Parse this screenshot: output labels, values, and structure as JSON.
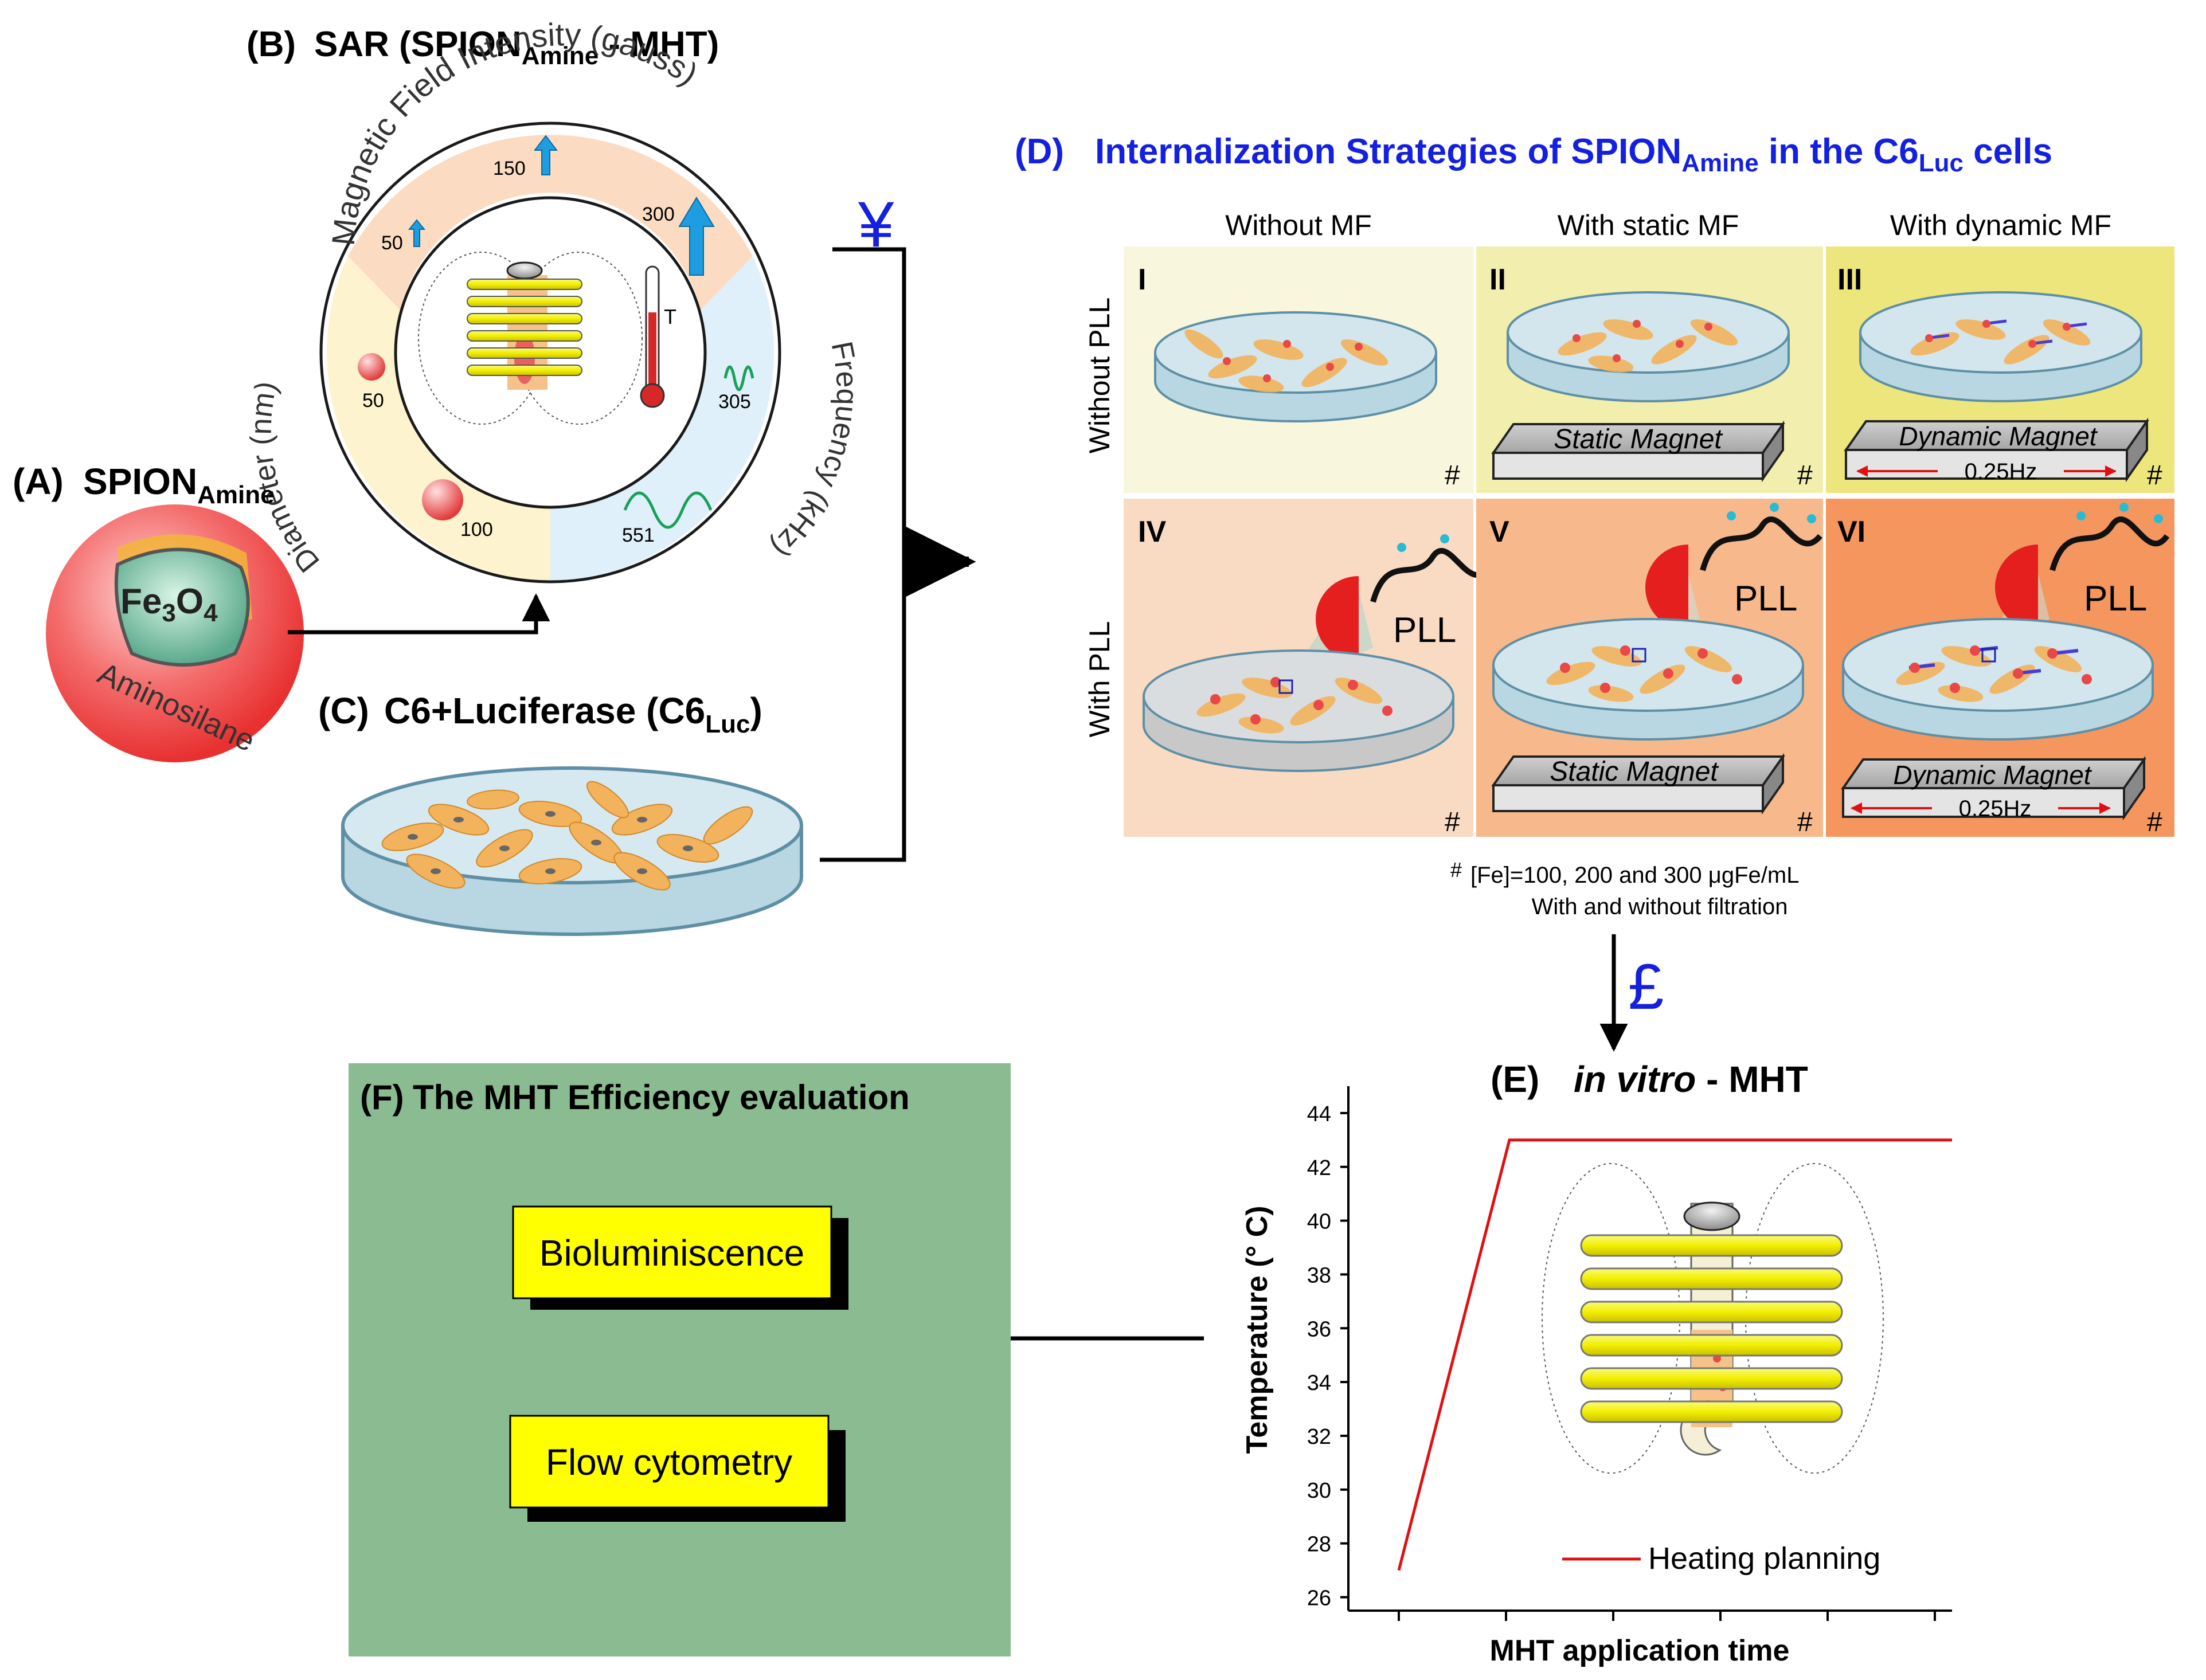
{
  "colors": {
    "blue_title": "#1420e0",
    "green_panel": "#8bbc91",
    "yellow_box": "#ffff00",
    "red_line": "#e01010",
    "arrow_blue": "#1e9de0",
    "cell_orange": "#f3b35c",
    "dish_blue": "#bcd9e4",
    "panel_I": "#f8f6dd",
    "panel_II": "#f1eeae",
    "panel_III": "#ece67d",
    "panel_IV": "#f9dbc4",
    "panel_V": "#f7b98c",
    "panel_VI": "#f4965e"
  },
  "panelA": {
    "label": "(A)",
    "title": "SPION",
    "title_sub": "Amine",
    "core": "Fe",
    "core_sub1": "3",
    "core_mid": "O",
    "core_sub2": "4",
    "shell": "Aminosilane"
  },
  "panelB": {
    "label": "(B)",
    "title_pre": "SAR (SPION",
    "title_sub": "Amine",
    "title_post": " - MHT)",
    "ring_top": "Magnetic Field Intensity (gauss)",
    "ring_left": "Diameter (nm)",
    "ring_right": "Frequency (kHz)",
    "field_values": [
      "50",
      "150",
      "300"
    ],
    "diameter_values": [
      "50",
      "100"
    ],
    "frequency_values": [
      "305",
      "551"
    ],
    "thermo_label": "T",
    "icons": [
      "magnetic-coil-icon",
      "thermometer-icon",
      "field-arrow-icon",
      "nanoparticle-icon",
      "sine-wave-icon"
    ]
  },
  "panelC": {
    "label": "(C)",
    "title": "C6+Luciferase (C6",
    "title_sub": "Luc",
    "title_post": ")"
  },
  "connectors": {
    "yen": "¥",
    "pound": "£"
  },
  "panelD": {
    "label": "(D)",
    "title_pre": "Internalization Strategies of SPION",
    "title_sub1": "Amine",
    "title_mid": " in the C6",
    "title_sub2": "Luc",
    "title_post": " cells",
    "col_headers": [
      "Without MF",
      "With static MF",
      "With dynamic MF"
    ],
    "row_headers": [
      "Without PLL",
      "With PLL"
    ],
    "panels": [
      "I",
      "II",
      "III",
      "IV",
      "V",
      "VI"
    ],
    "hash": "#",
    "static_magnet": "Static Magnet",
    "dynamic_magnet": "Dynamic Magnet",
    "frequency": "0.25Hz",
    "pll": "PLL",
    "footnote_mark": "#",
    "footnote_line1": "[Fe]=100, 200 and 300 μgFe/mL",
    "footnote_line2": "With and without filtration"
  },
  "panelE": {
    "label": "(E)",
    "title_italic": "in vitro",
    "title_post": " - MHT",
    "legend": "Heating planning"
  },
  "panelF": {
    "label": "(F)",
    "title": "The MHT Efficiency evaluation",
    "boxes": [
      "Bioluminiscence",
      "Flow cytometry"
    ]
  },
  "chart_data": {
    "type": "line",
    "title": "",
    "xlabel": "MHT application time",
    "ylabel": "Temperature (° C)",
    "ylim": [
      25.5,
      45
    ],
    "yticks": [
      26,
      28,
      30,
      32,
      34,
      36,
      38,
      40,
      42,
      44
    ],
    "xticks_count": 6,
    "x": [
      0,
      1,
      5
    ],
    "series": [
      {
        "name": "Heating planning",
        "values": [
          27,
          43,
          43
        ],
        "color": "#e01010"
      }
    ]
  }
}
